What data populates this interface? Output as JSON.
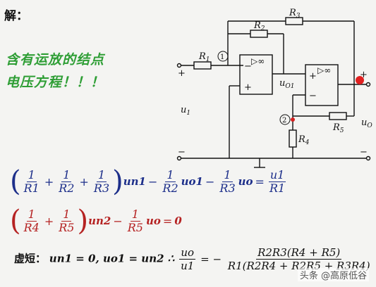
{
  "heading": "解：",
  "note_line1": "含有运放的结点",
  "note_line2": "电压方程！！！",
  "circuit": {
    "r1": "R",
    "r1_sub": "1",
    "r2": "R",
    "r2_sub": "2",
    "r3": "R",
    "r3_sub": "3",
    "r4": "R",
    "r4_sub": "4",
    "r5": "R",
    "r5_sub": "5",
    "node1": "1",
    "node2": "2",
    "plus": "+",
    "minus": "−",
    "u1": "u",
    "u1_sub": "1",
    "uo": "u",
    "uo_sub": "O",
    "uo1": "u",
    "uo1_sub": "O1",
    "amp_symbol": "▷∞"
  },
  "eq1": {
    "one": "1",
    "r1": "R1",
    "r2": "R2",
    "r3": "R3",
    "un1": "un1",
    "uo1": "uo1",
    "uo": "uo",
    "u1": "u1"
  },
  "eq2": {
    "one": "1",
    "r4": "R4",
    "r5": "R5",
    "un2": "un2",
    "uo": "uo",
    "rhs": "0"
  },
  "line3": {
    "label": "虚短：",
    "text1": "un1 = 0, uo1 = un2 ∴",
    "lhs_num": "uo",
    "lhs_den": "u1",
    "rhs_num": "R2R3(R4 + R5)",
    "rhs_den": "R1(R2R4 + R2R5 + R3R4)"
  },
  "watermark": "头条 @高原低谷"
}
